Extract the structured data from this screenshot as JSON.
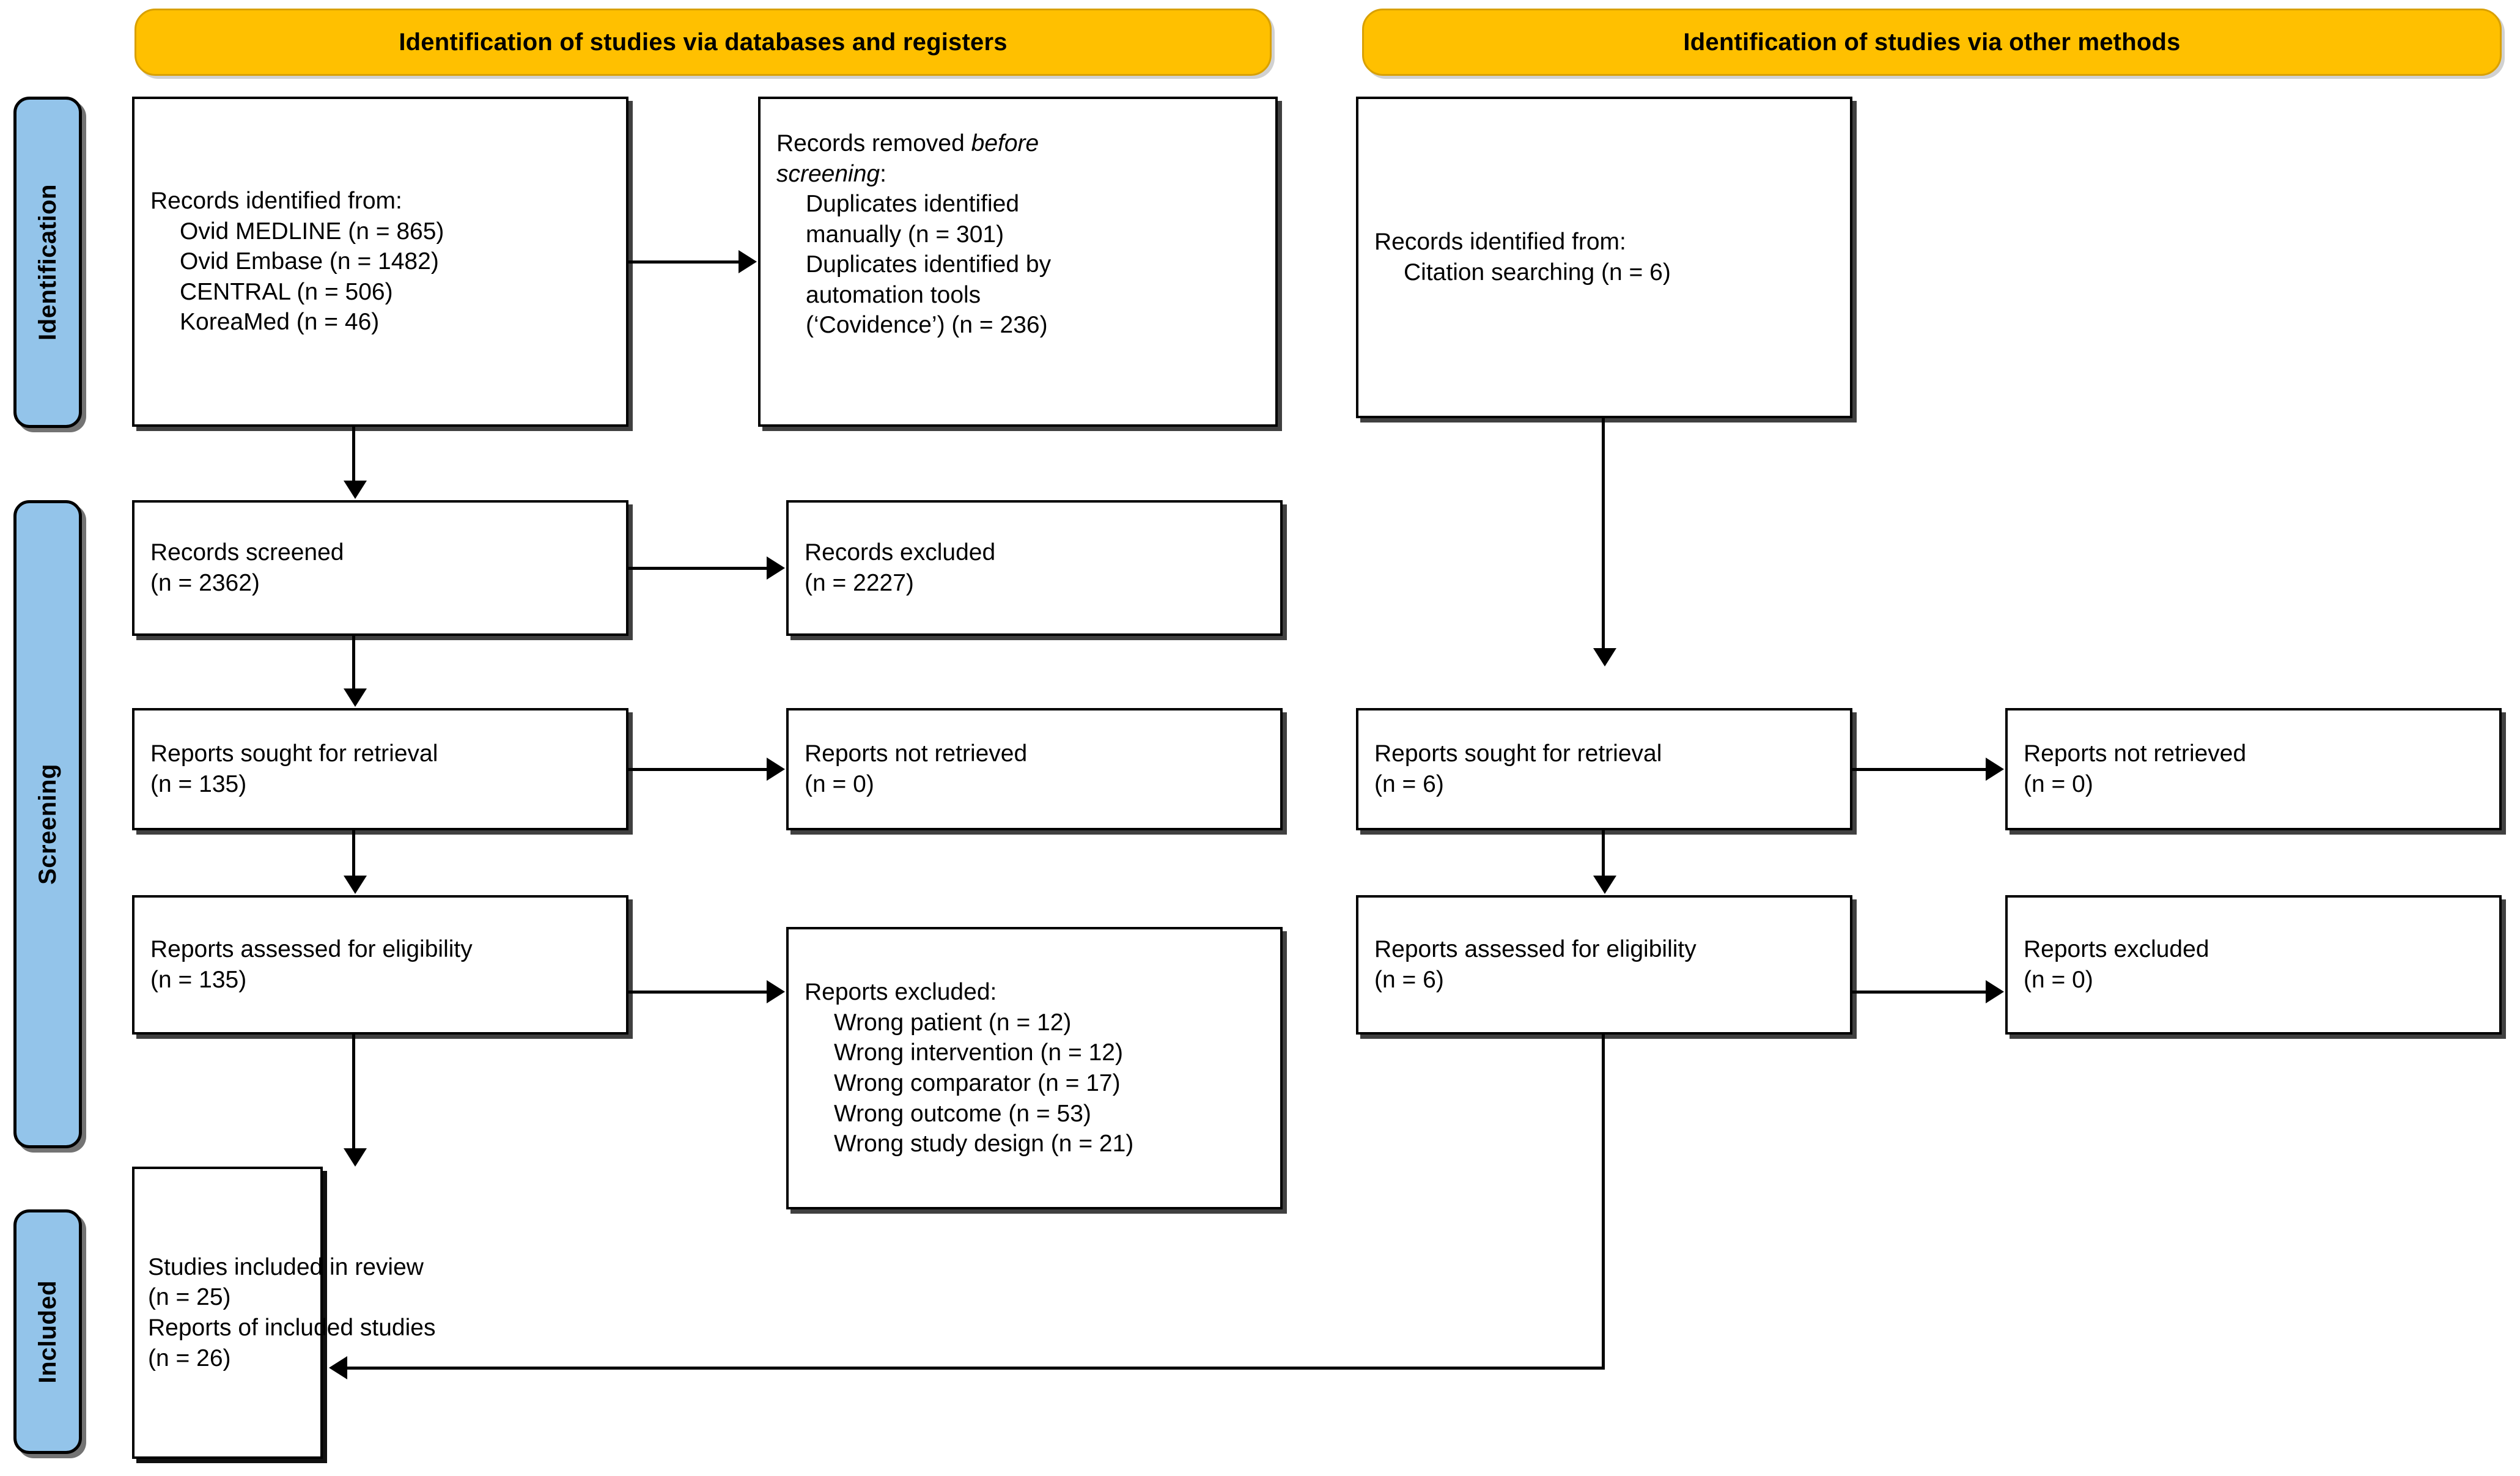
{
  "diagram": {
    "title": "PRISMA 2020 flow diagram",
    "colors": {
      "banner_fill": "#FFC000",
      "stage_label_fill": "#93C4EA",
      "box_border": "#000000",
      "page_background": "#FFFFFF"
    }
  },
  "banners": {
    "databases": "Identification of studies via databases and registers",
    "other": "Identification of studies via other methods"
  },
  "stage_labels": {
    "identification": "Identification",
    "screening": "Screening",
    "included": "Included"
  },
  "databases_branch": {
    "records_identified": {
      "heading": "Records identified from:",
      "sources": [
        "Ovid MEDLINE (n = 865)",
        "Ovid Embase (n = 1482)",
        "CENTRAL (n = 506)",
        "KoreaMed (n = 46)"
      ]
    },
    "records_removed": {
      "heading_prefix": "Records removed ",
      "heading_italic_1": "before",
      "heading_italic_2": "screening",
      "heading_suffix": ":",
      "reasons": [
        "Duplicates identified",
        "manually (n = 301)",
        "Duplicates identified by",
        "automation tools",
        "(‘Covidence’) (n = 236)"
      ]
    },
    "records_screened": {
      "label": "Records screened",
      "count": "(n = 2362)"
    },
    "records_excluded": {
      "label": "Records excluded",
      "count": "(n = 2227)"
    },
    "reports_sought": {
      "label": "Reports sought for retrieval",
      "count": "(n = 135)"
    },
    "reports_not_retrieved": {
      "label": "Reports not retrieved",
      "count": "(n = 0)"
    },
    "reports_assessed": {
      "label": "Reports assessed for eligibility",
      "count": "(n = 135)"
    },
    "reports_excluded": {
      "heading": "Reports excluded:",
      "reasons": [
        "Wrong patient (n = 12)",
        "Wrong intervention (n = 12)",
        "Wrong comparator (n = 17)",
        "Wrong outcome (n = 53)",
        "Wrong study design (n = 21)"
      ]
    }
  },
  "other_branch": {
    "records_identified": {
      "heading": "Records identified from:",
      "sources": [
        "Citation searching (n = 6)"
      ]
    },
    "reports_sought": {
      "label": "Reports sought for retrieval",
      "count": "(n = 6)"
    },
    "reports_not_retrieved": {
      "label": "Reports not retrieved",
      "count": "(n = 0)"
    },
    "reports_assessed": {
      "label": "Reports assessed for eligibility",
      "count": "(n = 6)"
    },
    "reports_excluded": {
      "label": "Reports excluded",
      "count": "(n = 0)"
    }
  },
  "included": {
    "studies_label": "Studies included in review",
    "studies_count": "(n = 25)",
    "reports_label": "Reports of included studies",
    "reports_count": "(n = 26)"
  }
}
